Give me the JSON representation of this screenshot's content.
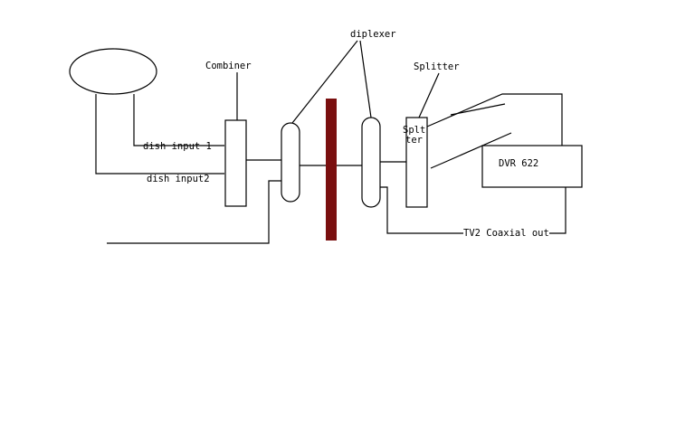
{
  "colors": {
    "line": "#000000",
    "wall": "#7a0f0f",
    "background": "#ffffff"
  },
  "labels": {
    "combiner": "Combiner",
    "diplexer": "diplexer",
    "splitter": "Splitter",
    "splitter_inner_top": "Splt",
    "splitter_inner_bottom": "ter",
    "dish_input_1": "dish input 1",
    "dish_input_2": "dish input2",
    "dvr": "DVR 622",
    "tv2_out": "TV2 Coaxial out"
  }
}
